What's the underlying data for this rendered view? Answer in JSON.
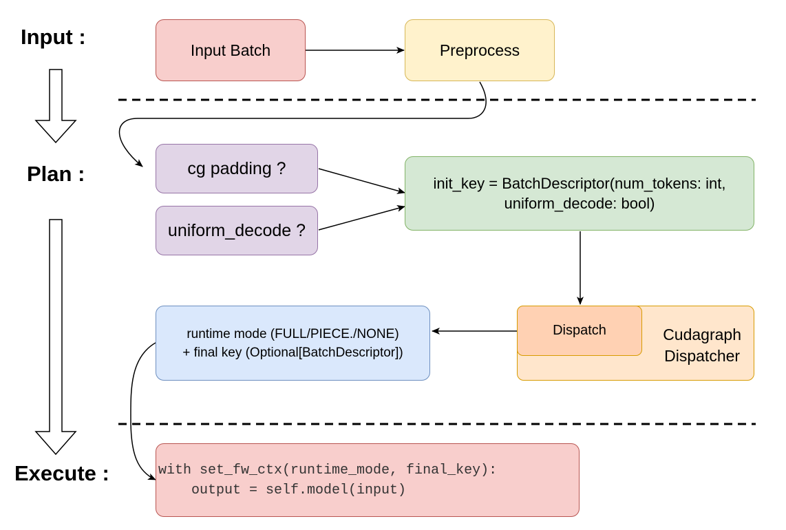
{
  "stages": {
    "input": "Input :",
    "plan": "Plan :",
    "execute": "Execute :"
  },
  "nodes": {
    "input_batch": "Input Batch",
    "preprocess": "Preprocess",
    "cg_padding": "cg padding ?",
    "uniform_decode": "uniform_decode ?",
    "init_key_line1": "init_key = BatchDescriptor(num_tokens: int,",
    "init_key_line2": "uniform_decode: bool)",
    "dispatch": "Dispatch",
    "dispatcher_line1": "Cudagraph",
    "dispatcher_line2": "Dispatcher",
    "runtime_line1": "runtime mode (FULL/PIECE./NONE)",
    "runtime_line2": "+ final key (Optional[BatchDescriptor])",
    "execute_code": "with set_fw_ctx(runtime_mode, final_key):\n    output = self.model(input)"
  },
  "colors": {
    "red_fill": "#f8cecc",
    "yellow_fill": "#fff2cc",
    "purple_fill": "#e1d5e7",
    "green_fill": "#d5e8d4",
    "blue_fill": "#dae8fc",
    "orange_fill": "#ffe6cc"
  }
}
